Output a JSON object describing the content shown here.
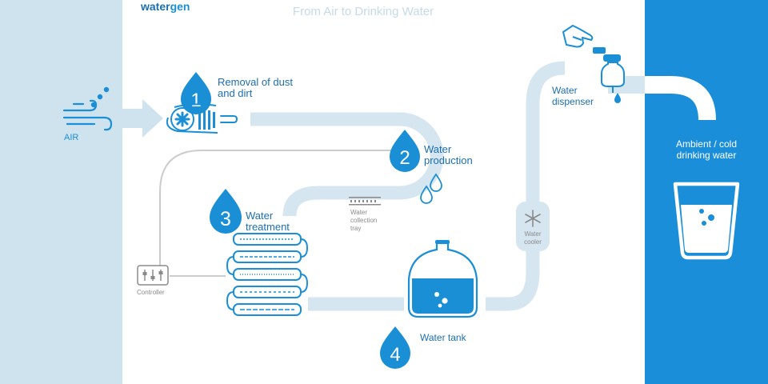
{
  "brand": {
    "logo_text_1": "water",
    "logo_text_2": "gen"
  },
  "title": "From Air to Drinking Water",
  "input": {
    "label": "AIR"
  },
  "steps": [
    {
      "number": "1",
      "line1": "Removal of dust",
      "line2": "and dirt"
    },
    {
      "number": "2",
      "line1": "Water",
      "line2": "production"
    },
    {
      "number": "3",
      "line1": "Water",
      "line2": "treatment"
    },
    {
      "number": "4"
    }
  ],
  "components": {
    "collection_tray": {
      "line1": "Water",
      "line2": "collection",
      "line3": "tray"
    },
    "controller": "Controller",
    "water_tank": "Water tank",
    "water_cooler": {
      "line1": "Water",
      "line2": "cooler"
    },
    "water_dispenser": {
      "line1": "Water",
      "line2": "dispenser"
    }
  },
  "output": {
    "line1": "Ambient / cold",
    "line2": "drinking water"
  },
  "colors": {
    "accent": "#1b8fd6",
    "dark_blue": "#1c6fb0",
    "light_panel": "#cfe3ef",
    "pipe": "#d6e6f0",
    "output_panel": "#1a8ed8",
    "title": "#c4dbe9",
    "gray": "#8a8a8a"
  },
  "icons": [
    "wind-icon",
    "fan-icon",
    "filter-icon",
    "droplet-icon",
    "filter-stack-icon",
    "controller-icon",
    "tank-icon",
    "snowflake-icon",
    "hand-icon",
    "faucet-icon",
    "glass-icon"
  ]
}
